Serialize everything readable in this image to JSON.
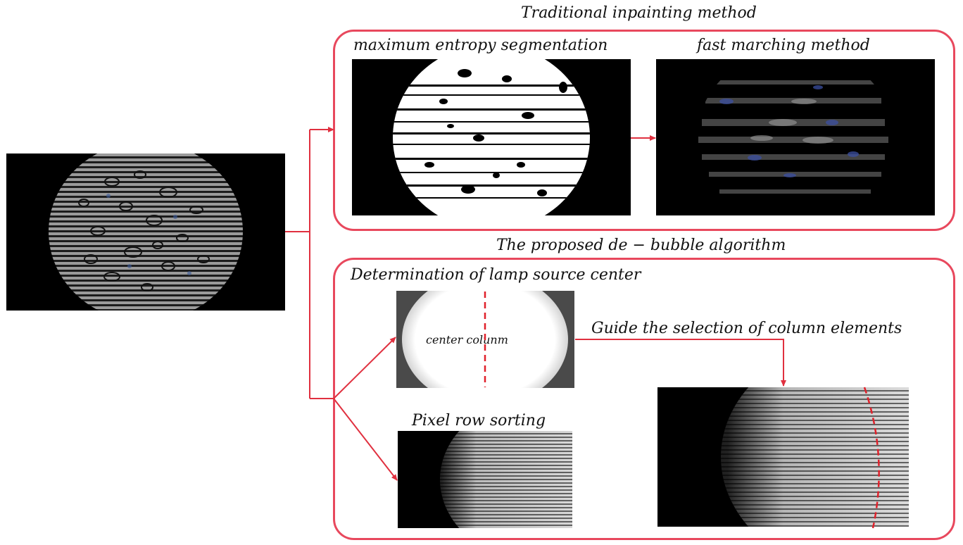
{
  "colors": {
    "frame": "#e8485d",
    "arrow": "#e0303f",
    "dashed": "#e0202a"
  },
  "labels": {
    "traditional_title": "Traditional inpainting method",
    "segmentation": "maximum entropy segmentation",
    "fast_marching": "fast marching method",
    "proposed_title": "The proposed de − bubble algorithm",
    "lamp_center": "Determination of lamp source center",
    "center_column": "center colunm",
    "guide_selection": "Guide the selection of column elements",
    "row_sorting": "Pixel row sorting"
  },
  "icons": [
    "arrow-right-icon",
    "arrow-down-icon"
  ]
}
